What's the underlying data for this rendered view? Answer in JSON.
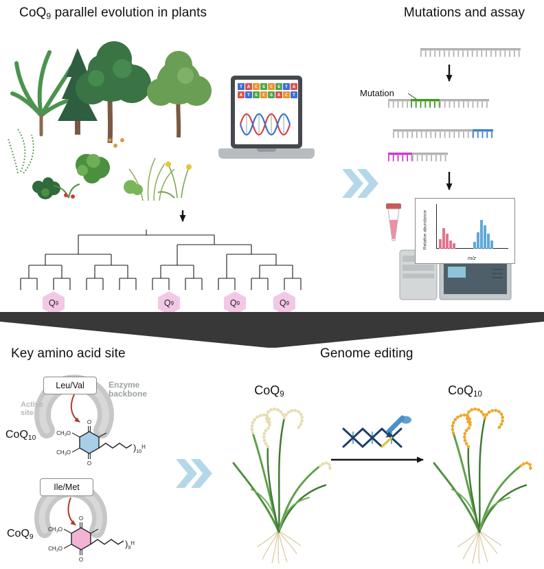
{
  "figure": {
    "evolution_title": {
      "pre": "CoQ",
      "sub": "9",
      "post": " parallel evolution in plants"
    },
    "mutations_title": "Mutations and assay",
    "key_site_title": "Key amino acid site",
    "genome_editing_title": "Genome editing"
  },
  "laptop": {
    "sequence_rows": [
      "TACGCGTA",
      "ATGCGACT"
    ],
    "base_colors": {
      "A": "#d9534f",
      "T": "#3b6fd4",
      "G": "#4ca64c",
      "C": "#e8962e"
    }
  },
  "mutations": {
    "mutation_label": "Mutation",
    "spectrum": {
      "ylabel": "Relative abundance",
      "xlabel": "m/z",
      "pink_bars": [
        14,
        30,
        22,
        12,
        8
      ],
      "blue_bars": [
        10,
        24,
        42,
        34,
        22,
        12
      ]
    }
  },
  "tree": {
    "badges": [
      {
        "pre": "Q",
        "sub": "9"
      },
      {
        "pre": "Q",
        "sub": "9"
      },
      {
        "pre": "Q",
        "sub": "9"
      },
      {
        "pre": "Q",
        "sub": "9"
      }
    ]
  },
  "key_site": {
    "enzyme1": {
      "residue": "Leu/Val",
      "backbone_line1": "Enzyme",
      "backbone_line2": "backbone",
      "active_line1": "Active",
      "active_line2": "site",
      "coq_pre": "CoQ",
      "coq_sub": "10",
      "tail_sub": "10"
    },
    "enzyme2": {
      "residue": "Ile/Met",
      "coq_pre": "CoQ",
      "coq_sub": "9",
      "tail_sub": "9"
    },
    "chem": {
      "methoxy_pre": "CH",
      "methoxy_sub": "3",
      "methoxy_post": "O",
      "carbonyl": "O",
      "bracket": ")",
      "tail_h": "H"
    }
  },
  "genome": {
    "left_plant": {
      "pre": "CoQ",
      "sub": "9"
    },
    "right_plant": {
      "pre": "CoQ",
      "sub": "10"
    }
  },
  "colors": {
    "chevron_blue": "#b4d8ea",
    "badge_pink": "#f3c8e6",
    "mutation_gray": "#b3b3b3",
    "mutation_green": "#3f9b1f",
    "mutation_blue": "#3f7fd9",
    "mutation_magenta": "#cb3ccb",
    "spectrum_pink": "#e2738f",
    "spectrum_blue": "#5fa8d9",
    "coq10_ring": "#a9cfe8",
    "coq9_ring": "#f2b3d7",
    "rice_pale": "#e8dcb2",
    "rice_gold": "#eda72e"
  }
}
